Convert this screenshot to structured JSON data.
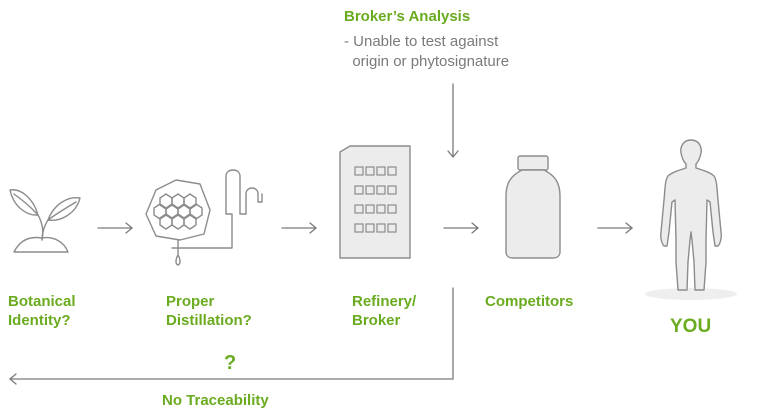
{
  "analysis": {
    "title": "Broker’s Analysis",
    "note_line1": "- Unable to test against",
    "note_line2": "  origin or phytosignature"
  },
  "steps": [
    {
      "label_line1": "Botanical",
      "label_line2": "Identity?",
      "icon": "plant-sprout-icon"
    },
    {
      "label_line1": "Proper",
      "label_line2": "Distillation?",
      "icon": "distillation-apparatus-icon"
    },
    {
      "label_line1": "Refinery/",
      "label_line2": "Broker",
      "icon": "building-icon"
    },
    {
      "label_line1": "Competitors",
      "label_line2": "",
      "icon": "bottle-icon"
    },
    {
      "label_line1": "YOU",
      "label_line2": "",
      "icon": "human-figure-icon"
    }
  ],
  "traceability": {
    "question": "?",
    "label": "No Traceability"
  },
  "colors": {
    "accent": "#6aab1f",
    "icon_stroke": "#8c8c8c",
    "text_gray": "#7a7a7a"
  }
}
